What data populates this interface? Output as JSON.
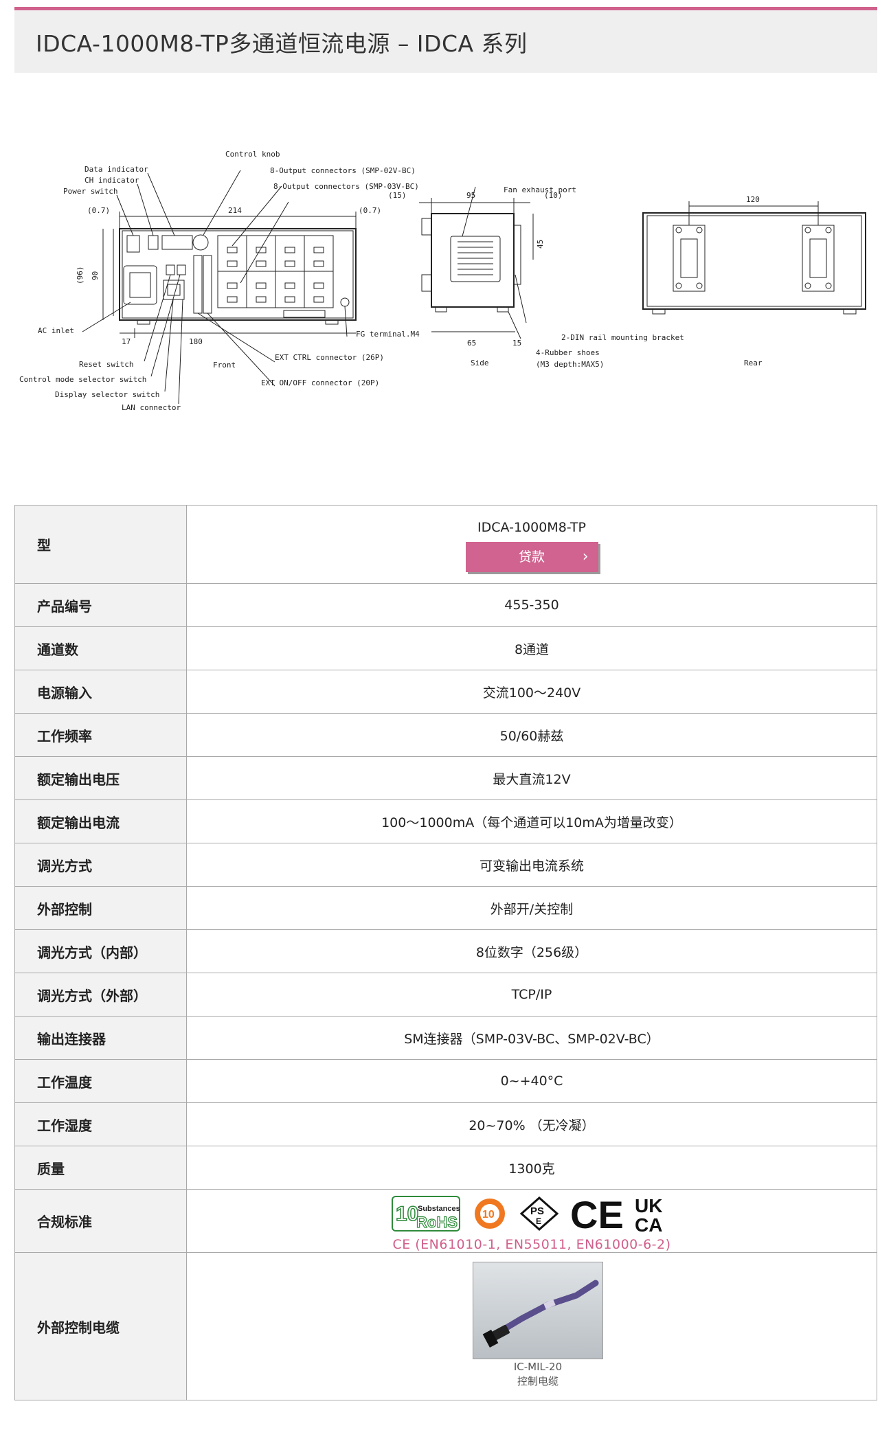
{
  "page": {
    "title": "IDCA-1000M8-TP多通道恒流电源 – IDCA 系列",
    "accent_color": "#d0608c"
  },
  "drawing": {
    "labels": {
      "data_indicator": "Data indicator",
      "ch_indicator": "CH indicator",
      "power_switch": "Power switch",
      "control_knob": "Control knob",
      "out_conn_02": "8-Output connectors (SMP-02V-BC)",
      "out_conn_03": "8-Output connectors (SMP-03V-BC)",
      "fan_exhaust": "Fan exhaust port",
      "ac_inlet": "AC inlet",
      "fg_terminal": "FG terminal.M4",
      "reset_switch": "Reset switch",
      "control_mode_switch": "Control mode selector switch",
      "display_selector": "Display selector switch",
      "lan_connector": "LAN connector",
      "ext_ctrl": "EXT CTRL connector (26P)",
      "ext_onoff": "EXT ON/OFF connector (20P)",
      "front": "Front",
      "side": "Side",
      "rear": "Rear",
      "din_rail": "2-DIN rail mounting bracket",
      "rubber_shoes": "4-Rubber shoes",
      "rubber_note": "(M3 depth:MAX5)"
    },
    "dims": {
      "d_07_left": "(0.7)",
      "d_214": "214",
      "d_07_right": "(0.7)",
      "d_96": "(96)",
      "d_90": "90",
      "d_17": "17",
      "d_180": "180",
      "d_15_top": "(15)",
      "d_95": "95",
      "d_10": "(10)",
      "d_45": "45",
      "d_65": "65",
      "d_15": "15",
      "d_120": "120"
    }
  },
  "spec": {
    "model": {
      "label": "型",
      "value": "IDCA-1000M8-TP",
      "button": "贷款",
      "button_chevron": "›"
    },
    "rows": [
      {
        "label": "产品编号",
        "value": "455-350"
      },
      {
        "label": "通道数",
        "value": "8通道"
      },
      {
        "label": "电源输入",
        "value": "交流100～240V"
      },
      {
        "label": "工作频率",
        "value": "50/60赫兹"
      },
      {
        "label": "额定输出电压",
        "value": "最大直流12V"
      },
      {
        "label": "额定输出电流",
        "value": "100～1000mA（每个通道可以10mA为增量改变）"
      },
      {
        "label": "调光方式",
        "value": "可变输出电流系统"
      },
      {
        "label": "外部控制",
        "value": "外部开/关控制"
      },
      {
        "label": "调光方式（内部）",
        "value": "8位数字（256级）"
      },
      {
        "label": "调光方式（外部）",
        "value": "TCP/IP"
      },
      {
        "label": "输出连接器",
        "value": "SM连接器（SMP-03V-BC、SMP-02V-BC）"
      },
      {
        "label": "工作温度",
        "value": "0~+40°C"
      },
      {
        "label": "工作湿度",
        "value": "20~70% （无冷凝）"
      },
      {
        "label": "质量",
        "value": "1300克"
      }
    ],
    "compliance": {
      "label": "合规标准",
      "marks": {
        "rohs_num": "10",
        "rohs_sub": "Substances",
        "rohs_word": "RoHS",
        "chn_num": "10",
        "pse_top": "PS",
        "pse_bottom": "E",
        "ce": "CE",
        "ukca_top": "UK",
        "ukca_bottom": "CA"
      },
      "note": "CE (EN61010-1, EN55011, EN61000-6-2)"
    },
    "cable": {
      "label": "外部控制电缆",
      "name": "IC-MIL-20",
      "desc": "控制电缆"
    }
  }
}
